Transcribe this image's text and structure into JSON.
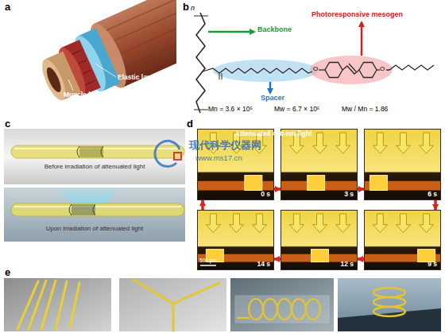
{
  "diagram": {
    "nodes": [
      {
        "text": [
          "0 s"
        ]
      },
      {
        "text": [
          "3 s"
        ]
      },
      {
        "text": [
          "6 s"
        ]
      },
      {
        "text": [
          "14 s"
        ]
      },
      {
        "text": [
          "12 s"
        ]
      },
      {
        "text": [
          "9 s"
        ]
      }
    ],
    "edges": [
      {
        "from": 0,
        "to": 1,
        "arrow": "to"
      },
      {
        "from": 1,
        "to": 2,
        "arrow": "to"
      },
      {
        "from": 2,
        "to": 5,
        "arrow": "to"
      },
      {
        "from": 5,
        "to": 4,
        "arrow": "to"
      },
      {
        "from": 4,
        "to": 3,
        "arrow": "to"
      },
      {
        "from": 3,
        "to": 0,
        "arrow": "to"
      }
    ],
    "labels": [
      "a",
      "b",
      "c",
      "d",
      "e",
      "Elastic layer",
      "Muscle layer",
      "n",
      "Backbone",
      "Spacer",
      "Photoresponsive mesogen",
      "O",
      "O",
      "Mn = 3.6 × 10⁵",
      "Mw = 6.7 × 10⁵",
      "Mw / Mn = 1.86",
      "Before irradiation of attenuated light",
      "Upon irradiation of attenuated light",
      "Attenuated 470-nm light",
      "500 μm",
      "现代科学仪器网",
      "www.ms17.cn"
    ]
  }
}
